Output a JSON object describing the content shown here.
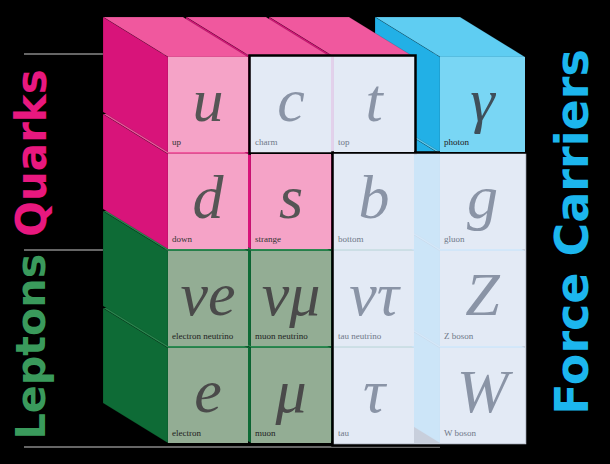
{
  "diagram": {
    "nodes": [
      {
        "text": [
          "u",
          "up"
        ]
      },
      {
        "text": [
          "c",
          "charm"
        ]
      },
      {
        "text": [
          "t",
          "top"
        ]
      },
      {
        "text": [
          "γ",
          "photon"
        ]
      },
      {
        "text": [
          "d",
          "down"
        ]
      },
      {
        "text": [
          "s",
          "strange"
        ]
      },
      {
        "text": [
          "b",
          "bottom"
        ]
      },
      {
        "text": [
          "g",
          "gluon"
        ]
      },
      {
        "text": [
          "νe",
          "electron neutrino"
        ]
      },
      {
        "text": [
          "νμ",
          "muon neutrino"
        ]
      },
      {
        "text": [
          "ντ",
          "tau neutrino"
        ]
      },
      {
        "text": [
          "Z",
          "Z boson"
        ]
      },
      {
        "text": [
          "e",
          "electron"
        ]
      },
      {
        "text": [
          "μ",
          "muon"
        ]
      },
      {
        "text": [
          "τ",
          "tau"
        ]
      },
      {
        "text": [
          "W",
          "W boson"
        ]
      }
    ],
    "labels": [
      "Quarks",
      "Leptons",
      "Force Carriers"
    ]
  }
}
